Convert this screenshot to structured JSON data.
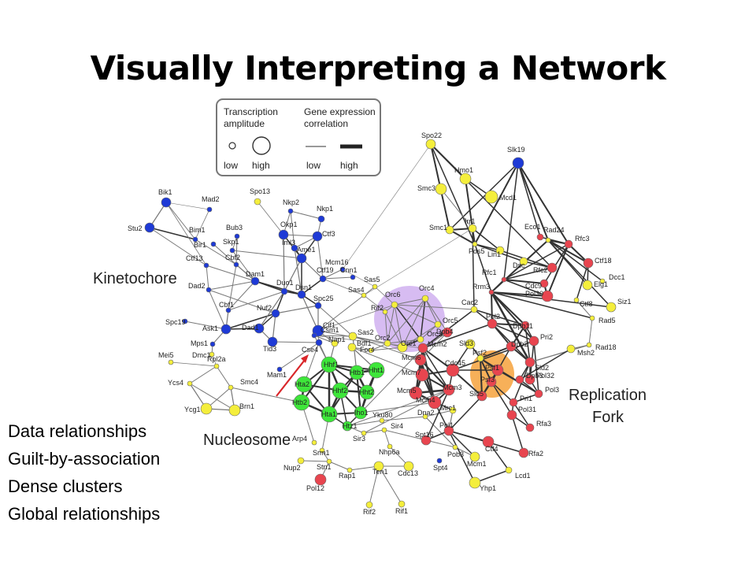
{
  "title": "Visually Interpreting a Network",
  "legend": {
    "amplitude_title_1": "Transcription",
    "amplitude_title_2": "amplitude",
    "correlation_title_1": "Gene expression",
    "correlation_title_2": "correlation",
    "low": "low",
    "high": "high"
  },
  "clusters": {
    "kinetochore": "Kinetochore",
    "nucleosome": "Nucleosome",
    "replication_1": "Replication",
    "replication_2": "Fork"
  },
  "bullets": [
    "Data relationships",
    "Guilt-by-association",
    "Dense clusters",
    "Global relationships"
  ],
  "colors": {
    "blue": "#1e3ad6",
    "yellow": "#f4ee3c",
    "red": "#e8454f",
    "green": "#3ee63a",
    "orange": "#f6a23c",
    "purple": "#caa6ee",
    "arrow": "#d9262a"
  },
  "nodes": [
    {
      "label": "Bik1",
      "c": "blue"
    },
    {
      "label": "Mad2",
      "c": "blue"
    },
    {
      "label": "Spo13",
      "c": "yellow"
    },
    {
      "label": "Nkp2",
      "c": "blue"
    },
    {
      "label": "Nkp1",
      "c": "blue"
    },
    {
      "label": "Stu2",
      "c": "blue"
    },
    {
      "label": "Bim1",
      "c": "blue"
    },
    {
      "label": "Bub3",
      "c": "blue"
    },
    {
      "label": "Bir1",
      "c": "blue"
    },
    {
      "label": "Skp1",
      "c": "blue"
    },
    {
      "label": "Okp1",
      "c": "blue"
    },
    {
      "label": "Iml3",
      "c": "blue"
    },
    {
      "label": "Ctf3",
      "c": "blue"
    },
    {
      "label": "Ctf13",
      "c": "blue"
    },
    {
      "label": "Cbf2",
      "c": "blue"
    },
    {
      "label": "Ame1",
      "c": "blue"
    },
    {
      "label": "Mcm16",
      "c": "blue"
    },
    {
      "label": "Cnn1",
      "c": "blue"
    },
    {
      "label": "Ctf19",
      "c": "blue"
    },
    {
      "label": "Dad2",
      "c": "blue"
    },
    {
      "label": "Dam1",
      "c": "blue"
    },
    {
      "label": "Dsn1",
      "c": "blue"
    },
    {
      "label": "Cbf1",
      "c": "blue"
    },
    {
      "label": "Duo1",
      "c": "blue"
    },
    {
      "label": "Spc25",
      "c": "blue"
    },
    {
      "label": "Sas5",
      "c": "yellow"
    },
    {
      "label": "Sas4",
      "c": "yellow"
    },
    {
      "label": "Nuf2",
      "c": "blue"
    },
    {
      "label": "Spc19",
      "c": "blue"
    },
    {
      "label": "Ask1",
      "c": "blue"
    },
    {
      "label": "Dad1",
      "c": "blue"
    },
    {
      "label": "Cif1",
      "c": "blue"
    },
    {
      "label": "Mps1",
      "c": "blue"
    },
    {
      "label": "Dmc1",
      "c": "yellow"
    },
    {
      "label": "Tid3",
      "c": "blue"
    },
    {
      "label": "Cse4",
      "c": "blue"
    },
    {
      "label": "Csm1",
      "c": "blue"
    },
    {
      "label": "Mei5",
      "c": "yellow"
    },
    {
      "label": "Rpl2a",
      "c": "yellow"
    },
    {
      "label": "Ycs4",
      "c": "yellow"
    },
    {
      "label": "Smc4",
      "c": "yellow"
    },
    {
      "label": "Ycg1",
      "c": "yellow"
    },
    {
      "label": "Brn1",
      "c": "yellow"
    },
    {
      "label": "Mam1",
      "c": "blue"
    },
    {
      "label": "Nap1",
      "c": "yellow"
    },
    {
      "label": "Sas2",
      "c": "yellow"
    },
    {
      "label": "Bdf1",
      "c": "yellow"
    },
    {
      "label": "Hhf1",
      "c": "green"
    },
    {
      "label": "Htb1",
      "c": "green"
    },
    {
      "label": "Hht1",
      "c": "green"
    },
    {
      "label": "Hta2",
      "c": "green"
    },
    {
      "label": "Hhf2",
      "c": "green"
    },
    {
      "label": "Hht2",
      "c": "green"
    },
    {
      "label": "Htb2",
      "c": "green"
    },
    {
      "label": "Hta1",
      "c": "green"
    },
    {
      "label": "Iho1",
      "c": "green"
    },
    {
      "label": "Htz1",
      "c": "green"
    },
    {
      "label": "Arp4",
      "c": "yellow"
    },
    {
      "label": "Srm1",
      "c": "yellow"
    },
    {
      "label": "Stn1",
      "c": "yellow"
    },
    {
      "label": "Nup2",
      "c": "yellow"
    },
    {
      "label": "Pol12",
      "c": "red"
    },
    {
      "label": "Rap1",
      "c": "yellow"
    },
    {
      "label": "Ten1",
      "c": "yellow"
    },
    {
      "label": "Rif2",
      "c": "yellow"
    },
    {
      "label": "Rif1",
      "c": "yellow"
    },
    {
      "label": "Sir3",
      "c": "yellow"
    },
    {
      "label": "Sir4",
      "c": "yellow"
    },
    {
      "label": "Nhp6a",
      "c": "yellow"
    },
    {
      "label": "Cdc13",
      "c": "yellow"
    },
    {
      "label": "Spt4",
      "c": "blue"
    },
    {
      "label": "Yku80",
      "c": "yellow"
    },
    {
      "label": "Dna2",
      "c": "yellow"
    },
    {
      "label": "Mrc1",
      "c": "yellow"
    },
    {
      "label": "Spt16",
      "c": "red"
    },
    {
      "label": "Pob3",
      "c": "yellow"
    },
    {
      "label": "Mcm1",
      "c": "yellow"
    },
    {
      "label": "Pol1",
      "c": "red"
    },
    {
      "label": "Ctf4",
      "c": "red"
    },
    {
      "label": "Yhp1",
      "c": "yellow"
    },
    {
      "label": "Lcd1",
      "c": "yellow"
    },
    {
      "label": "Rfa2",
      "c": "red"
    },
    {
      "label": "Rfa3",
      "c": "red"
    },
    {
      "label": "Pol31",
      "c": "red"
    },
    {
      "label": "Pri1",
      "c": "red"
    },
    {
      "label": "Pol3",
      "c": "red"
    },
    {
      "label": "Pol32",
      "c": "red"
    },
    {
      "label": "Dpb3",
      "c": "red"
    },
    {
      "label": "Sld2",
      "c": "red"
    },
    {
      "label": "Pri2",
      "c": "red"
    },
    {
      "label": "Msh2",
      "c": "yellow"
    },
    {
      "label": "Rad18",
      "c": "yellow"
    },
    {
      "label": "Rad5",
      "c": "yellow"
    },
    {
      "label": "Siz1",
      "c": "yellow"
    },
    {
      "label": "Ctf8",
      "c": "yellow"
    },
    {
      "label": "Dcc1",
      "c": "yellow"
    },
    {
      "label": "Elg1",
      "c": "yellow"
    },
    {
      "label": "Ctf18",
      "c": "red"
    },
    {
      "label": "Rfc3",
      "c": "red"
    },
    {
      "label": "Rad24",
      "c": "yellow"
    },
    {
      "label": "Eco1",
      "c": "red"
    },
    {
      "label": "Slk19",
      "c": "blue"
    },
    {
      "label": "Mcd1",
      "c": "yellow"
    },
    {
      "label": "Hmo1",
      "c": "yellow"
    },
    {
      "label": "Spo22",
      "c": "yellow"
    },
    {
      "label": "Smc3",
      "c": "yellow"
    },
    {
      "label": "Irr1",
      "c": "yellow"
    },
    {
      "label": "Smc1",
      "c": "yellow"
    },
    {
      "label": "Pds5",
      "c": "yellow"
    },
    {
      "label": "Lin1",
      "c": "yellow"
    },
    {
      "label": "Dsc",
      "c": "yellow"
    },
    {
      "label": "Rfc2",
      "c": "red"
    },
    {
      "label": "Rfc1",
      "c": "red"
    },
    {
      "label": "Cdc9",
      "c": "red"
    },
    {
      "label": "Pol30",
      "c": "red"
    },
    {
      "label": "Rrm3",
      "c": "red"
    },
    {
      "label": "Cac2",
      "c": "yellow"
    },
    {
      "label": "Pol2",
      "c": "red"
    },
    {
      "label": "Dpb11",
      "c": "red"
    },
    {
      "label": "Dpb2",
      "c": "red"
    },
    {
      "label": "Orc6",
      "c": "yellow"
    },
    {
      "label": "Orc4",
      "c": "yellow"
    },
    {
      "label": "Rif2",
      "c": "yellow"
    },
    {
      "label": "Orc5",
      "c": "yellow"
    },
    {
      "label": "Dpb4",
      "c": "red"
    },
    {
      "label": "Orc3",
      "c": "yellow"
    },
    {
      "label": "Orc2",
      "c": "yellow"
    },
    {
      "label": "For4",
      "c": "yellow"
    },
    {
      "label": "Orc1",
      "c": "yellow"
    },
    {
      "label": "Mcm2",
      "c": "red"
    },
    {
      "label": "Sld3",
      "c": "yellow"
    },
    {
      "label": "Psf2",
      "c": "yellow"
    },
    {
      "label": "Psf1",
      "c": "red"
    },
    {
      "label": "Psf3",
      "c": "red"
    },
    {
      "label": "Mcm6",
      "c": "red"
    },
    {
      "label": "Mcm7",
      "c": "red"
    },
    {
      "label": "Cdc45",
      "c": "red"
    },
    {
      "label": "Sld5",
      "c": "red"
    },
    {
      "label": "Mcm5",
      "c": "red"
    },
    {
      "label": "Mcm4",
      "c": "red"
    },
    {
      "label": "Mcm3",
      "c": "red"
    }
  ]
}
